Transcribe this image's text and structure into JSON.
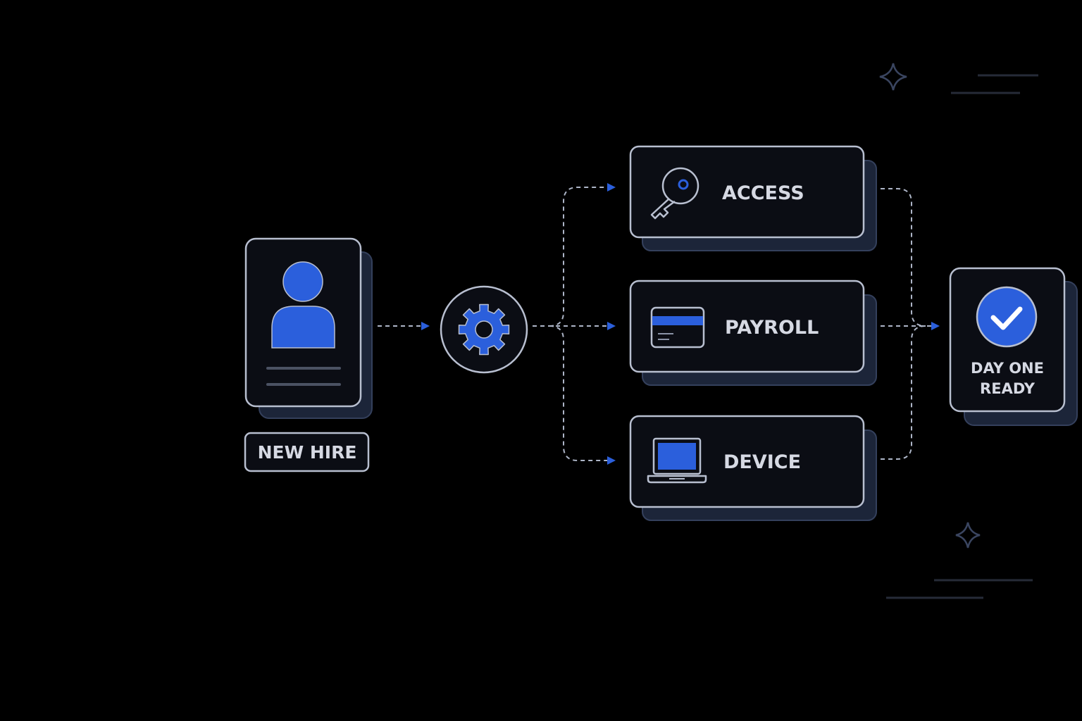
{
  "diagram": {
    "new_hire": {
      "label": "NEW HIRE",
      "icon": "person-icon"
    },
    "process": {
      "icon": "gear-icon"
    },
    "steps": [
      {
        "label": "ACCESS",
        "icon": "key-icon"
      },
      {
        "label": "PAYROLL",
        "icon": "credit-card-icon"
      },
      {
        "label": "DEVICE",
        "icon": "laptop-icon"
      }
    ],
    "result": {
      "line1": "DAY ONE",
      "line2": "READY",
      "icon": "check-circle-icon"
    }
  },
  "colors": {
    "background": "#000000",
    "card_fill": "#0b0d14",
    "card_border": "#b8bfd0",
    "card_shadow": "#2b3650",
    "accent": "#2b5fdc",
    "connector": "#aeb6c8",
    "text": "#d6d9e3"
  }
}
